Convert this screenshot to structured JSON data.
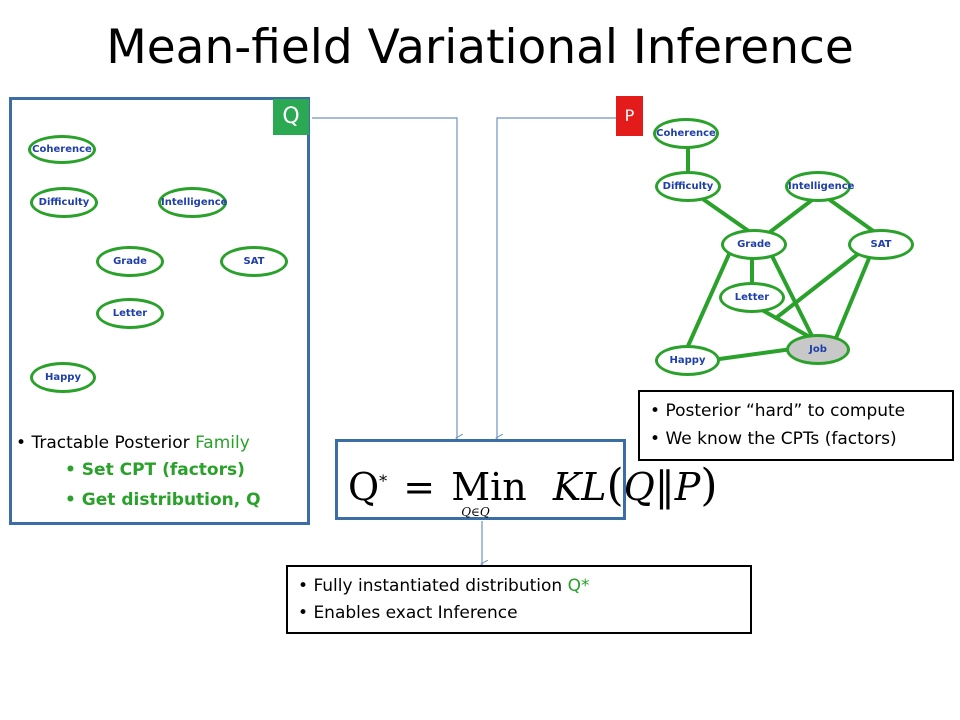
{
  "title": "Mean-field Variational Inference",
  "q_label": "Q",
  "p_label": "P",
  "q_nodes": [
    "Coherence",
    "Difficulty",
    "Intelligence",
    "Grade",
    "SAT",
    "Letter",
    "Happy"
  ],
  "p_nodes": [
    "Coherence",
    "Difficulty",
    "Intelligence",
    "Grade",
    "SAT",
    "Letter",
    "Job",
    "Happy"
  ],
  "q_bullets": {
    "main_prefix": "Tractable Posterior ",
    "main_suffix": "Family",
    "sub1": "Set CPT (factors)",
    "sub2": "Get distribution, Q"
  },
  "p_bullets": {
    "b1": "Posterior “hard” to compute",
    "b2": "We know the CPTs (factors)"
  },
  "result_bullets": {
    "b1_prefix": "Fully instantiated distribution ",
    "b1_suffix": "Q*",
    "b2": "Enables exact Inference"
  },
  "formula": {
    "lhs": "Q",
    "star": "*",
    "eq": "=",
    "op": "Min",
    "sub": "Q∈Q",
    "kl": "KL",
    "arg_q": "Q",
    "arg_p": "P"
  },
  "colors": {
    "accent_blue": "#3a6ea5",
    "edge_green": "#2aa12a",
    "q_tag": "#2aa852",
    "p_tag": "#e31b1b",
    "label_blue": "#1f3fa8"
  }
}
